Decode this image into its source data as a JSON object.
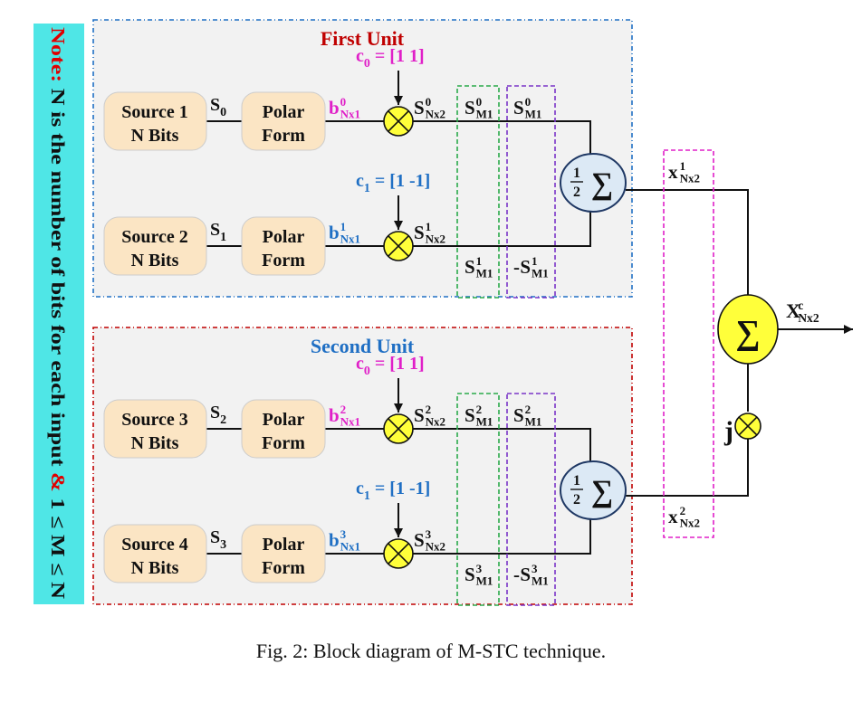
{
  "note": {
    "prefix": "Note:",
    "text": " N is the number of bits for each input ",
    "amp": "&",
    "tail": " 1 ≤ M ≤ N"
  },
  "units": [
    {
      "title": "First Unit",
      "title_color": "#c00000",
      "rows": [
        {
          "source": "Source 1",
          "bits": "N  Bits",
          "s": "S",
          "s_sub": "0",
          "polar1": "Polar",
          "polar2": "Form",
          "b": "b",
          "b_sup": "0",
          "b_sub": "Nx1",
          "b_color": "#e020c8",
          "code": "c",
          "code_sub": "0",
          "code_val": " = [1 1]",
          "code_color": "#e020c8",
          "sn_sup": "0",
          "sm_sup": "0",
          "sm2_sign": "",
          "sm2_sup": "0"
        },
        {
          "source": "Source 2",
          "bits": "N Bits",
          "s": "S",
          "s_sub": "1",
          "polar1": "Polar",
          "polar2": "Form",
          "b": "b",
          "b_sup": "1",
          "b_sub": "Nx1",
          "b_color": "#1f6fc4",
          "code": "c",
          "code_sub": "1",
          "code_val": " = [1 -1]",
          "code_color": "#1f6fc4",
          "sn_sup": "1",
          "sm_sup": "1",
          "sm2_sign": "-",
          "sm2_sup": "1"
        }
      ]
    },
    {
      "title": "Second Unit",
      "title_color": "#1f6fc4",
      "rows": [
        {
          "source": "Source 3",
          "bits": "N Bits",
          "s": "S",
          "s_sub": "2",
          "polar1": "Polar",
          "polar2": "Form",
          "b": "b",
          "b_sup": "2",
          "b_sub": "Nx1",
          "b_color": "#e020c8",
          "code": "c",
          "code_sub": "0",
          "code_val": " = [1 1]",
          "code_color": "#e020c8",
          "sn_sup": "2",
          "sm_sup": "2",
          "sm2_sign": "",
          "sm2_sup": "2"
        },
        {
          "source": "Source 4",
          "bits": "N Bits",
          "s": "S",
          "s_sub": "3",
          "polar1": "Polar",
          "polar2": "Form",
          "b": "b",
          "b_sup": "3",
          "b_sub": "Nx1",
          "b_color": "#1f6fc4",
          "code": "c",
          "code_sub": "1",
          "code_val": " = [1 -1]",
          "code_color": "#1f6fc4",
          "sn_sup": "3",
          "sm_sup": "3",
          "sm2_sign": "-",
          "sm2_sup": "3"
        }
      ]
    }
  ],
  "labels": {
    "s_letter": "S",
    "sn_sub": "Nx2",
    "sm_sub": "M1",
    "half_num": "1",
    "half_den": "2",
    "sigma": "∑",
    "x_letter": "x",
    "x1_sup": "1",
    "x2_sup": "2",
    "x_sub": "Nx2",
    "out_letter": "X",
    "out_sup": "c",
    "out_sub": "Nx2",
    "j": "j",
    "mult": "⊗"
  },
  "colors": {
    "block_fill": "#fbe5c4",
    "mult_fill": "#ffff3a",
    "sum_fill": "#ffff3a",
    "sigma_circle_fill": "#dce9f5",
    "sigma_circle_stroke": "#1f3864",
    "note_bg": "#4fe6e6",
    "note_red": "#e00000",
    "panel_fill": "#f2f2f2",
    "green_dash": "#2aaa4a",
    "purple_dash": "#7a35c8",
    "magenta_dash": "#e020c8"
  },
  "caption": "Fig. 2:  Block diagram of M-STC technique."
}
